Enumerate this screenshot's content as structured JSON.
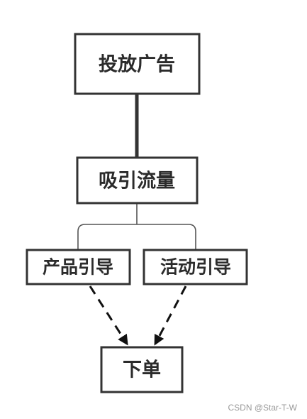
{
  "nodes": {
    "ad": "投放广告",
    "traffic": "吸引流量",
    "product_guide": "产品引导",
    "activity_guide": "活动引导",
    "order": "下单"
  },
  "watermark": "CSDN @Star-T-W"
}
